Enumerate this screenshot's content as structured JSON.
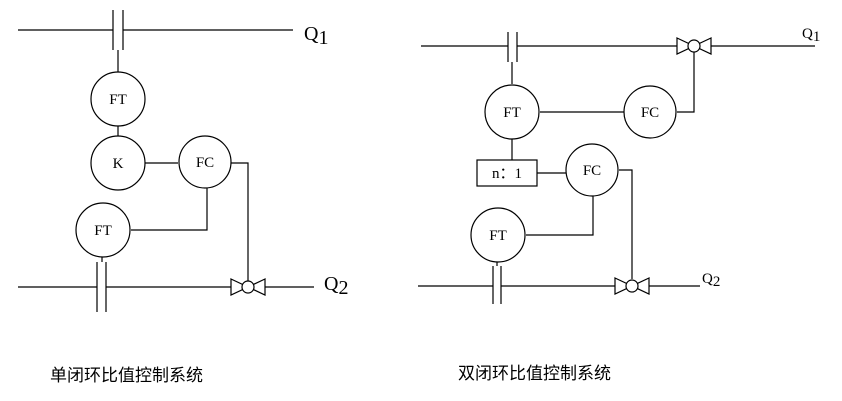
{
  "single_loop": {
    "caption": "单闭环比值控制系统",
    "flow_main": "Q",
    "flow_main_sub": "1",
    "flow_sec": "Q",
    "flow_sec_sub": "2",
    "ft_top": "FT",
    "ratio": "K",
    "fc": "FC",
    "ft_bottom": "FT"
  },
  "double_loop": {
    "caption": "双闭环比值控制系统",
    "flow_main": "Q",
    "flow_main_sub": "1",
    "flow_sec": "Q",
    "flow_sec_sub": "2",
    "ft_top": "FT",
    "fc_top": "FC",
    "ratio": "n：1",
    "fc_mid": "FC",
    "ft_bottom": "FT"
  }
}
